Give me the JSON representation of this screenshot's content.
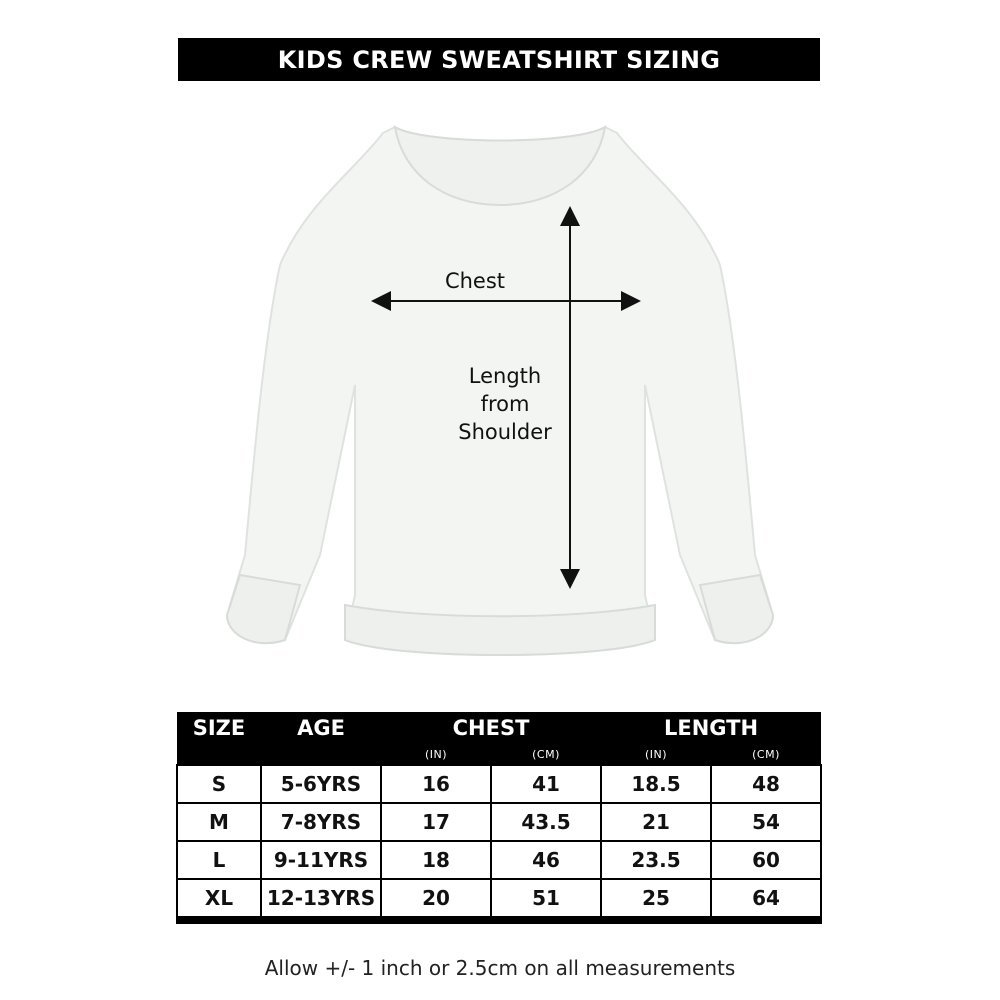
{
  "title": "KIDS CREW SWEATSHIRT SIZING",
  "diagram": {
    "chest_label": "Chest",
    "length_label_lines": [
      "Length",
      "from",
      "Shoulder"
    ]
  },
  "table": {
    "headers": {
      "size": "SIZE",
      "age": "AGE",
      "chest": "CHEST",
      "length": "LENGTH",
      "chest_in": "(IN)",
      "chest_cm": "(CM)",
      "length_in": "(IN)",
      "length_cm": "(CM)"
    },
    "rows": [
      {
        "size": "S",
        "age": "5-6YRS",
        "chest_in": "16",
        "chest_cm": "41",
        "length_in": "18.5",
        "length_cm": "48"
      },
      {
        "size": "M",
        "age": "7-8YRS",
        "chest_in": "17",
        "chest_cm": "43.5",
        "length_in": "21",
        "length_cm": "54"
      },
      {
        "size": "L",
        "age": "9-11YRS",
        "chest_in": "18",
        "chest_cm": "46",
        "length_in": "23.5",
        "length_cm": "60"
      },
      {
        "size": "XL",
        "age": "12-13YRS",
        "chest_in": "20",
        "chest_cm": "51",
        "length_in": "25",
        "length_cm": "64"
      }
    ]
  },
  "footnote": "Allow +/- 1 inch or 2.5cm on all measurements",
  "colors": {
    "header_bg": "#000000",
    "garment_fill": "#f3f5f3"
  }
}
